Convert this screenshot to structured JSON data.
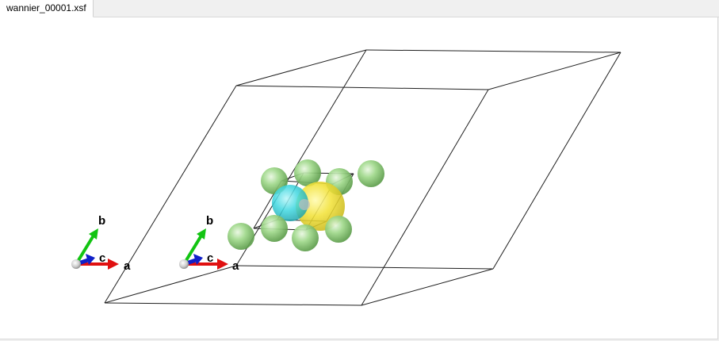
{
  "tab": {
    "title": "wannier_00001.xsf"
  },
  "axes": {
    "a_label": "a",
    "b_label": "b",
    "c_label": "c"
  },
  "colors": {
    "cell_edge": "#202020",
    "atom": "#8fd07a",
    "isosurface_positive": "#f2e23a",
    "isosurface_negative": "#3fd7e0",
    "axis_a": "#e01010",
    "axis_b": "#12c412",
    "axis_c": "#1020c8"
  }
}
